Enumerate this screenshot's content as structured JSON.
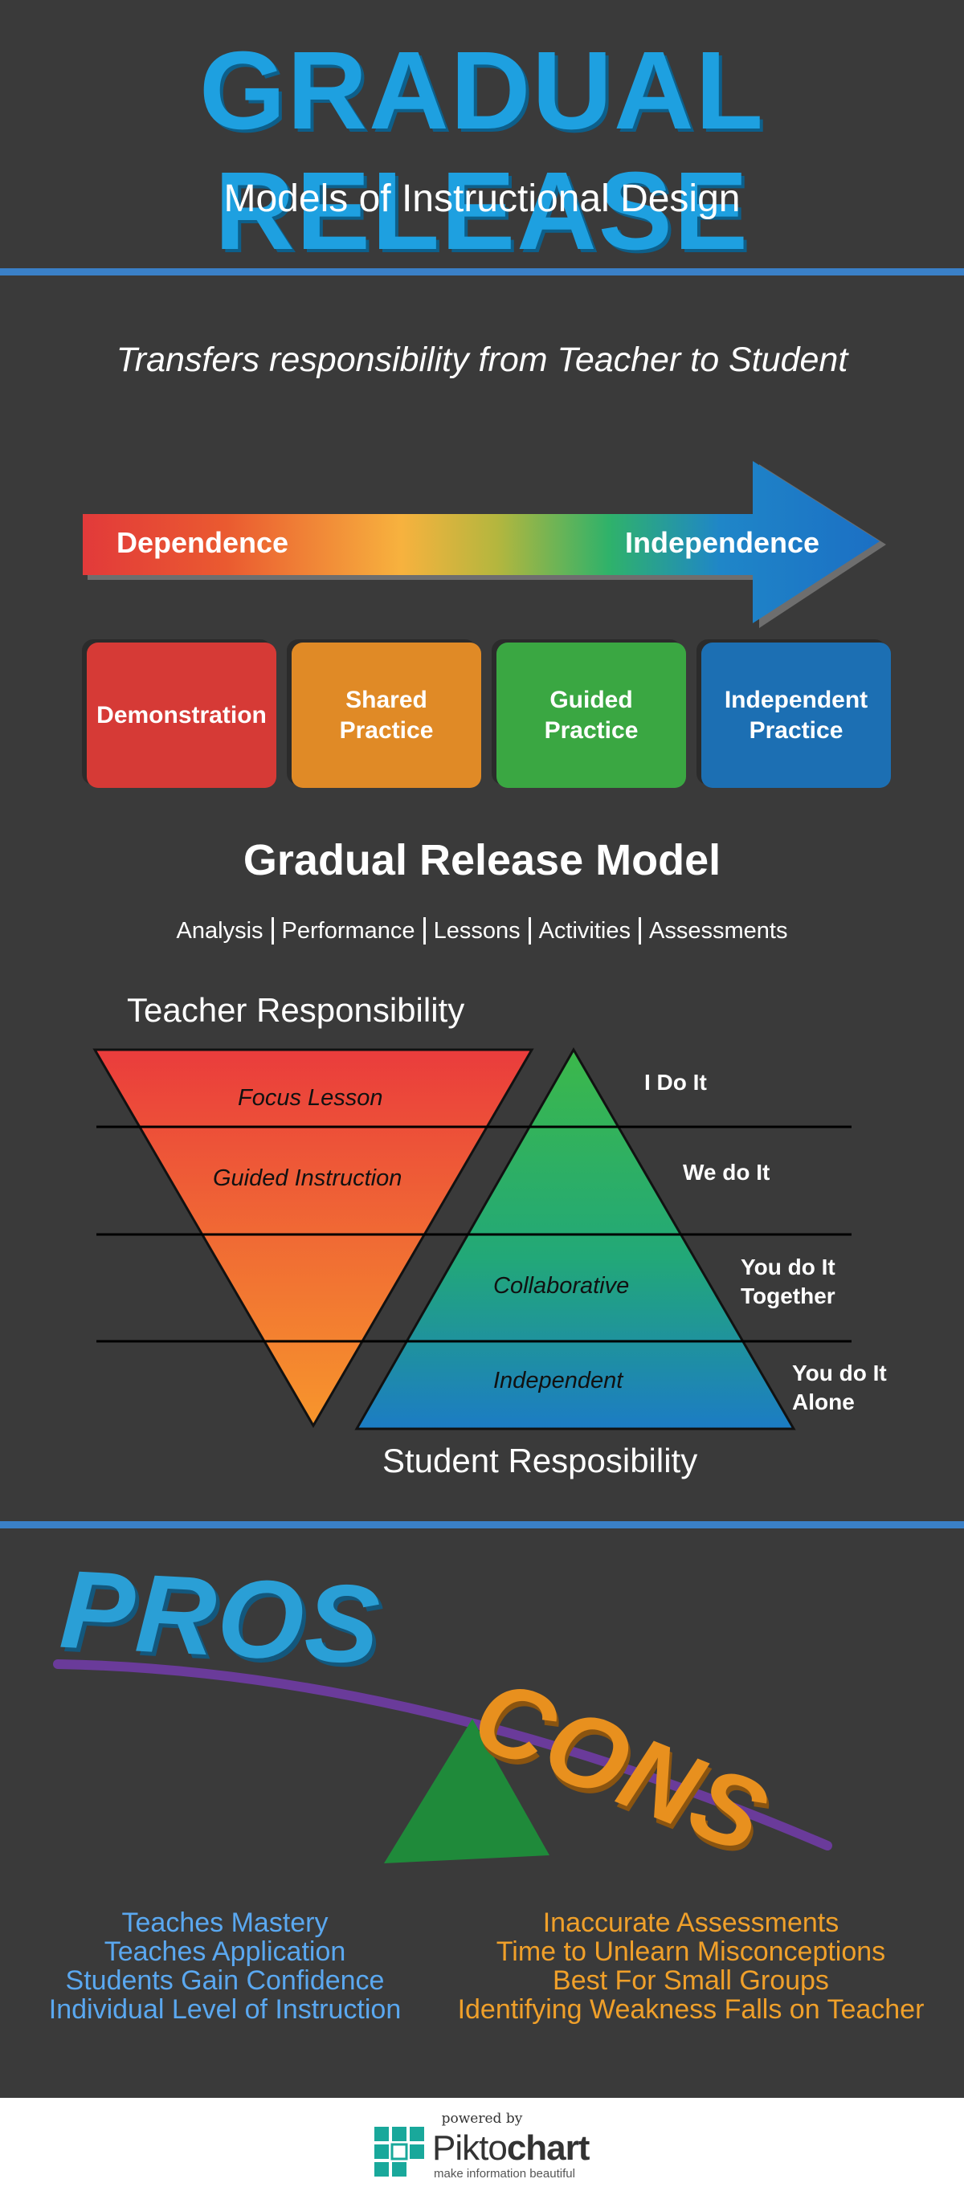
{
  "header": {
    "title": "GRADUAL RELEASE",
    "subtitle": "Models of Instructional Design"
  },
  "tagline": "Transfers responsibility from Teacher to Student",
  "arrow": {
    "left_label": "Dependence",
    "right_label": "Independence"
  },
  "stages": [
    {
      "label": "Demonstration",
      "color": "#d63a36"
    },
    {
      "label": "Shared Practice",
      "color": "#e08a26"
    },
    {
      "label": "Guided Practice",
      "color": "#3aa742"
    },
    {
      "label": "Independent Practice",
      "color": "#1c6fb3"
    }
  ],
  "model": {
    "title": "Gradual Release Model",
    "tabs": [
      "Analysis",
      "Performance",
      "Lessons",
      "Activities",
      "Assessments"
    ],
    "teacher_label": "Teacher Responsibility",
    "student_label": "Student Resposibility",
    "inverted_labels": [
      "Focus Lesson",
      "Guided Instruction"
    ],
    "upright_labels": [
      "Collaborative",
      "Independent"
    ],
    "side_labels": [
      "I Do It",
      "We do It",
      "You do It Together",
      "You do It Alone"
    ]
  },
  "seesaw": {
    "pros_word": "PROS",
    "cons_word": "CONS",
    "pros_color": "#2a9fd6",
    "cons_color": "#e8901e",
    "beam_color": "#6a3b9a",
    "fulcrum_color": "#1f8a3a"
  },
  "pros": [
    "Teaches Mastery",
    "Teaches Application",
    "Students Gain Confidence",
    "Individual Level of Instruction"
  ],
  "cons": [
    "Inaccurate Assessments",
    "Time to Unlearn Misconceptions",
    "Best For Small Groups",
    "Identifying Weakness Falls on Teacher"
  ],
  "footer": {
    "powered_by": "powered by",
    "brand_prefix": "Pikto",
    "brand_suffix": "chart",
    "tagline": "make information beautiful"
  }
}
